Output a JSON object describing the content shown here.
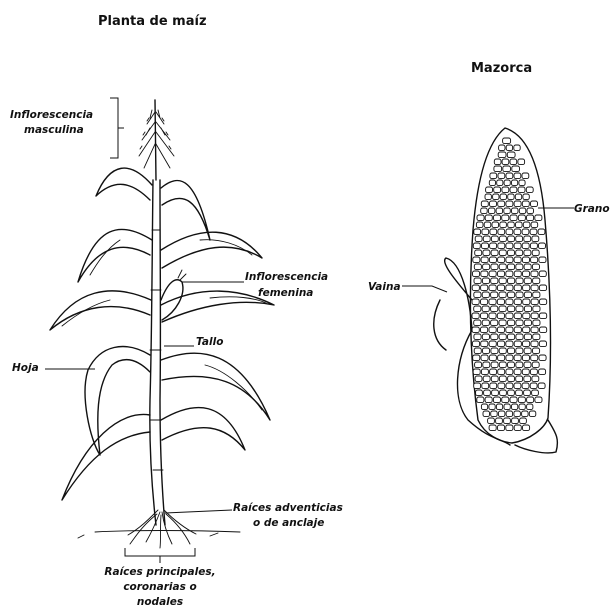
{
  "titles": {
    "plant": "Planta de maíz",
    "cob": "Mazorca"
  },
  "labels": {
    "male_inflorescence_1": "Inflorescencia",
    "male_inflorescence_2": "masculina",
    "female_inflorescence_1": "Inflorescencia",
    "female_inflorescence_2": "femenina",
    "stem": "Tallo",
    "leaf": "Hoja",
    "adventitious_roots_1": "Raíces adventicias",
    "adventitious_roots_2": "o de anclaje",
    "main_roots_1": "Raíces principales,",
    "main_roots_2": "coronarias o",
    "main_roots_3": "nodales",
    "husk": "Vaina",
    "grain": "Grano"
  }
}
